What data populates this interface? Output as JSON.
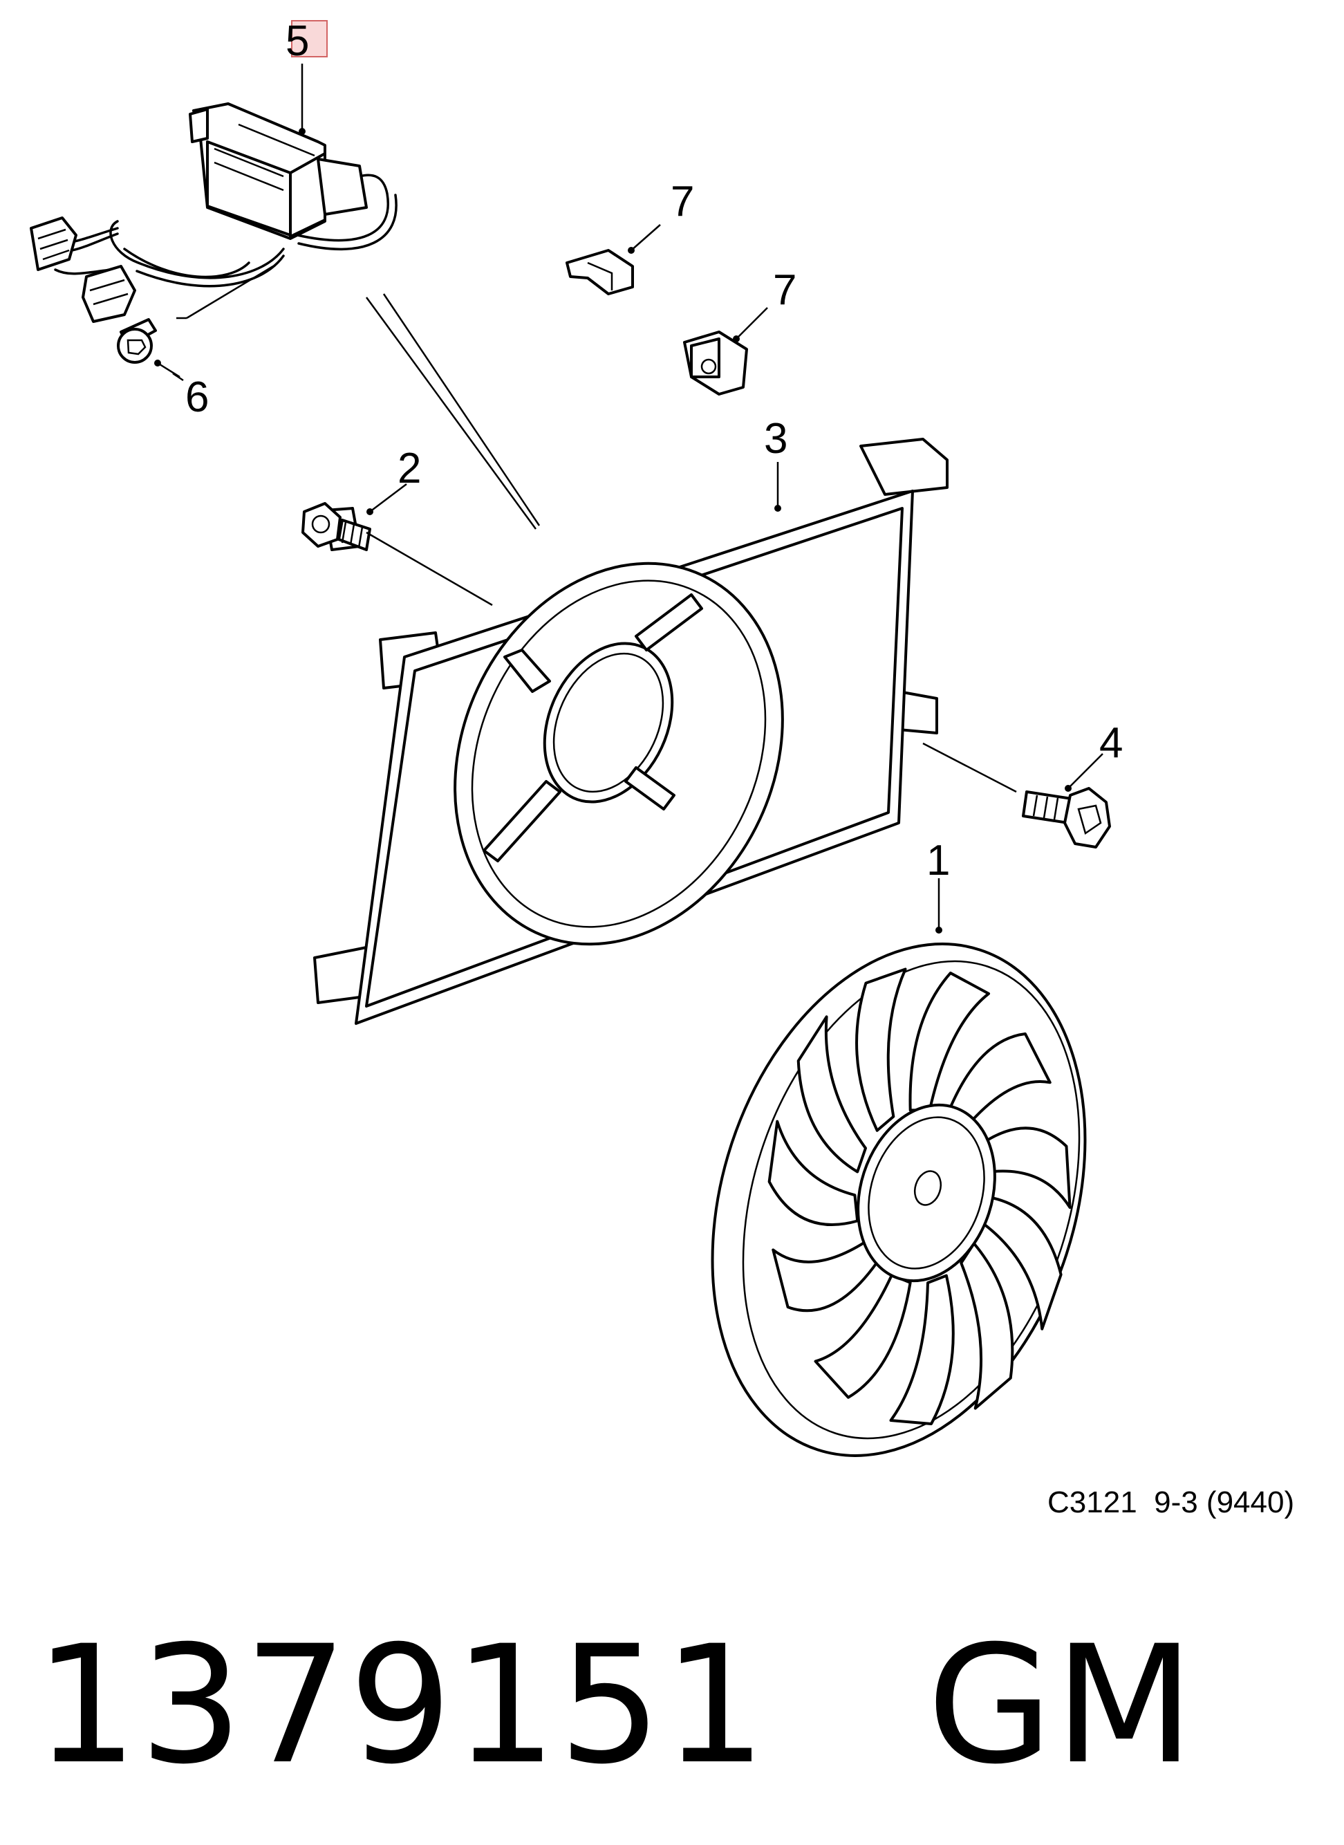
{
  "callouts": {
    "fan": "1",
    "bolt_left": "2",
    "shroud": "3",
    "bolt_right": "4",
    "control_module": "5",
    "screw": "6",
    "clip_upper": "7",
    "clip_lower": "7"
  },
  "diagram_ref": "C3121  9-3 (9440)",
  "part_number": "1379151   GM",
  "colors": {
    "callout_highlight": "#f4b9b9",
    "line": "#000000"
  }
}
